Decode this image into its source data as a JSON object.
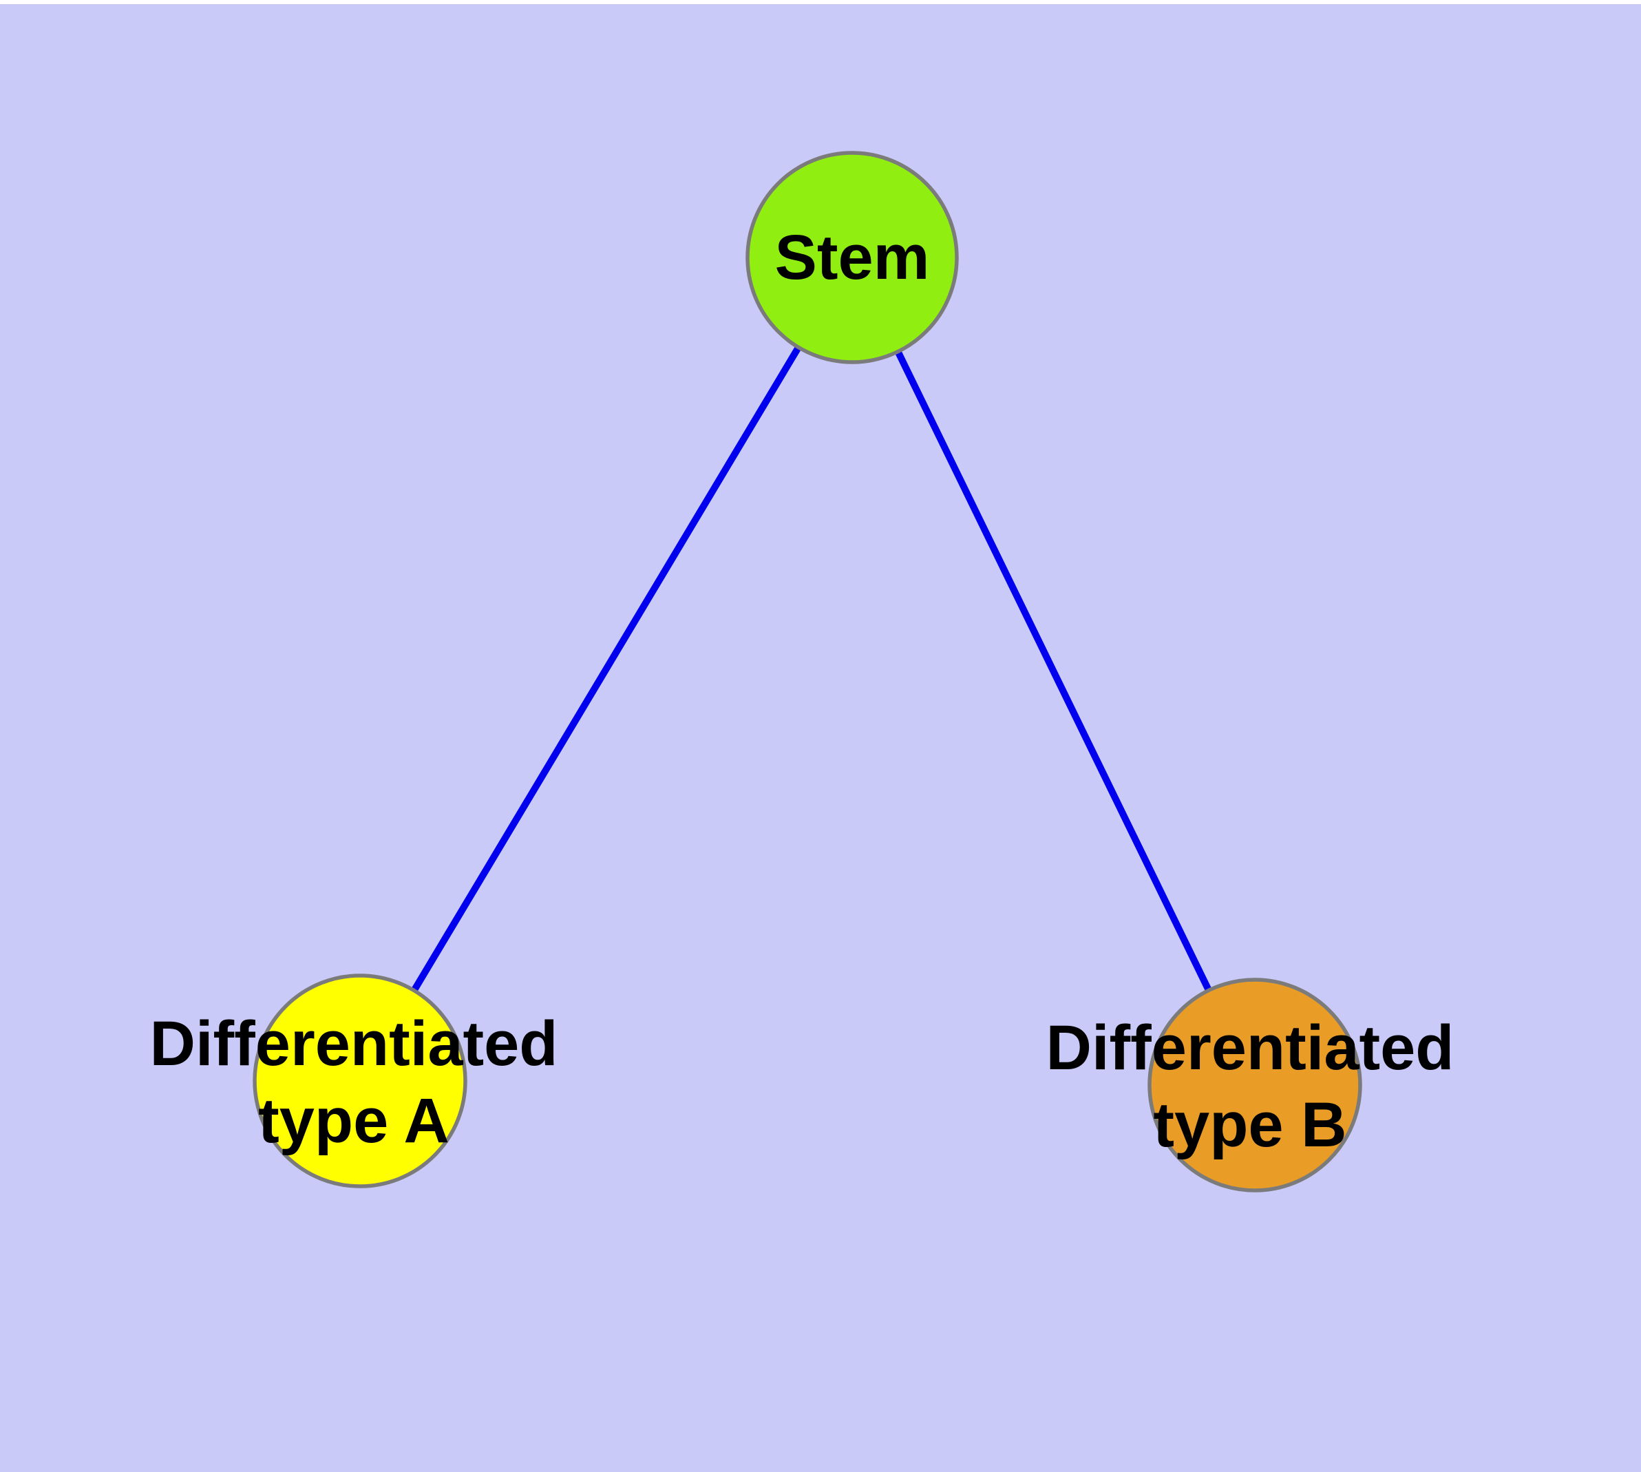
{
  "diagram": {
    "type": "node-link-graph",
    "description": "Cell differentiation hierarchy: a Stem node connected by two edges to two differentiated cell type nodes",
    "background_color": "#CACAF9",
    "margin_color": "#FFFFFF",
    "edge_color": "#0000EE",
    "node_border_color": "#7B7B7B",
    "text_color": "#000000",
    "nodes": [
      {
        "id": "stem",
        "label": "Stem",
        "label_lines": [
          "Stem"
        ],
        "shape": "circle",
        "fill": "#90EE10"
      },
      {
        "id": "differentiated-type-a",
        "label": "Differentiated type A",
        "label_lines": [
          "Differentiated",
          "type A"
        ],
        "shape": "circle",
        "fill": "#FFFF00"
      },
      {
        "id": "differentiated-type-b",
        "label": "Differentiated type B",
        "label_lines": [
          "Differentiated",
          "type B"
        ],
        "shape": "circle",
        "fill": "#E99D26"
      }
    ],
    "edges": [
      {
        "from": "Stem",
        "to": "Differentiated type A"
      },
      {
        "from": "Stem",
        "to": "Differentiated type B"
      }
    ]
  }
}
